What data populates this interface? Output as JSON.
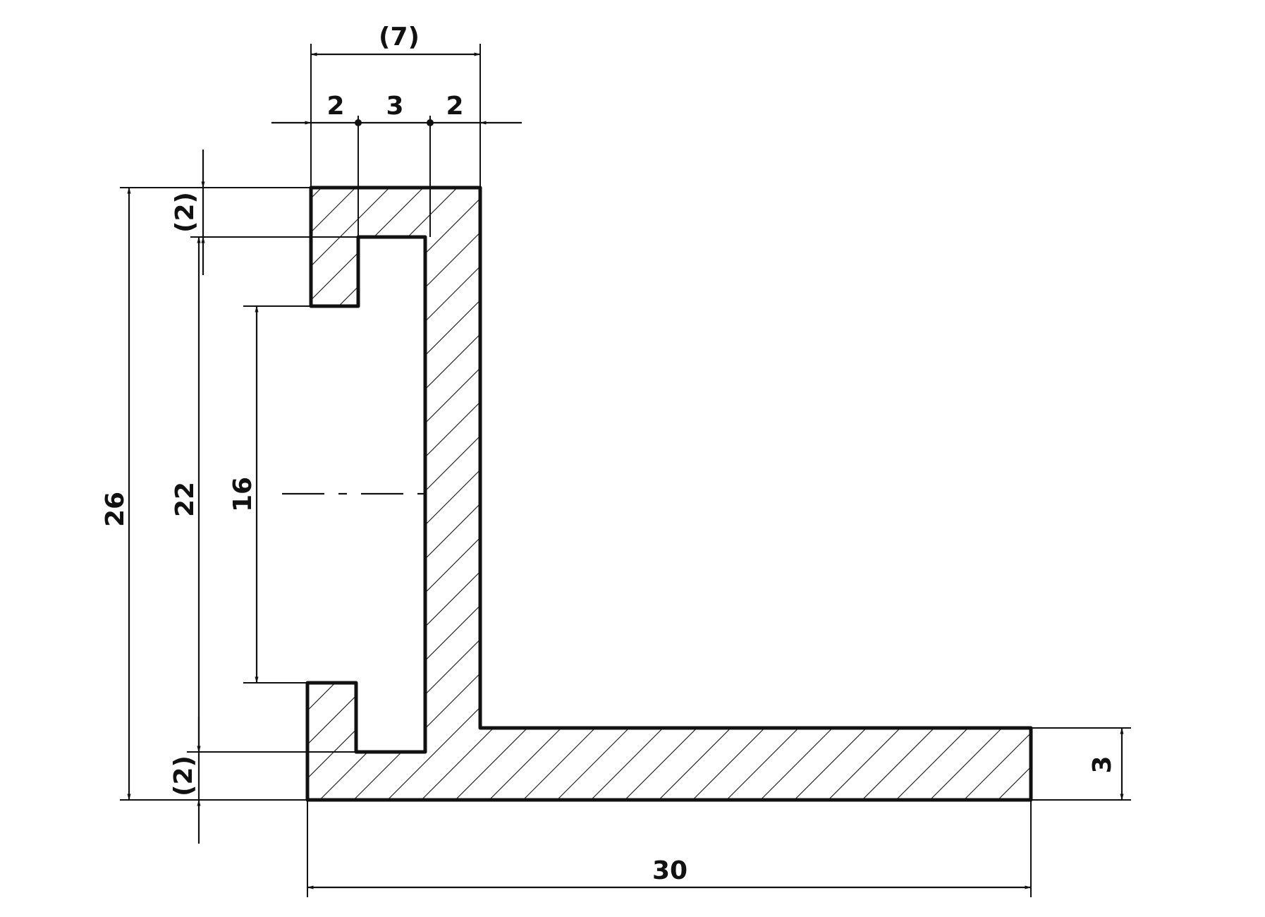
{
  "dimensions": {
    "overall_width_top": "(7)",
    "segment_left": "2",
    "segment_middle": "3",
    "segment_right": "2",
    "top_lip": "(2)",
    "bottom_lip": "(2)",
    "overall_height": "26",
    "inner_height": "22",
    "slot_opening": "16",
    "base_thickness": "3",
    "base_length": "30"
  },
  "colors": {
    "line": "#111111",
    "background": "#ffffff"
  }
}
